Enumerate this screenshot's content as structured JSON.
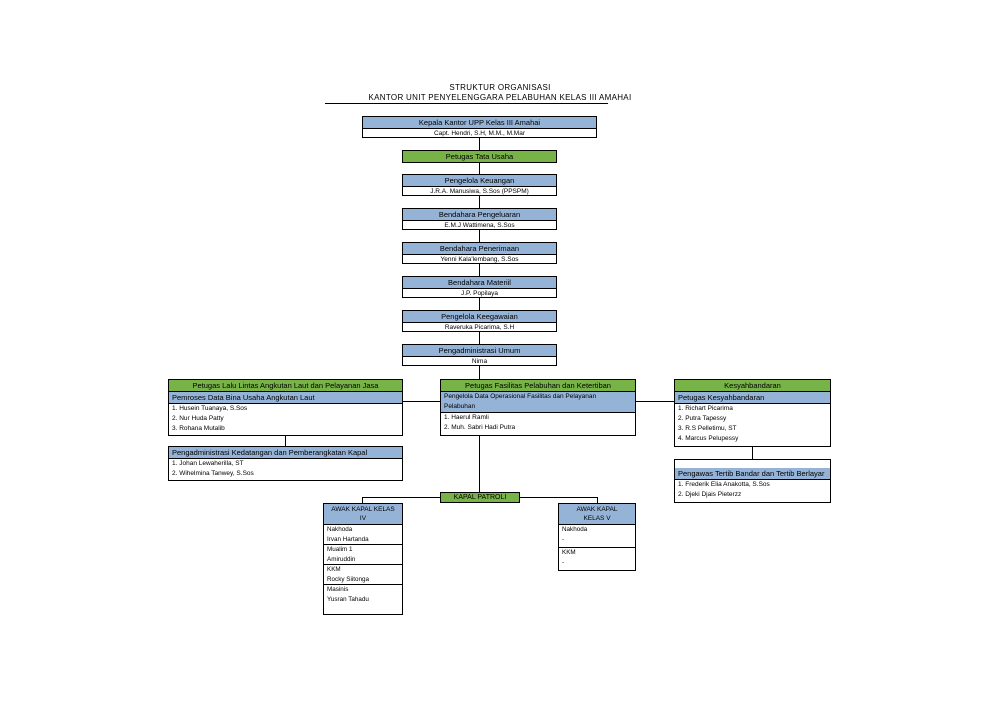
{
  "title": {
    "line1": "STRUKTUR ORGANISASI",
    "line2": "KANTOR UNIT PENYELENGGARA PELABUHAN KELAS III AMAHAI"
  },
  "colors": {
    "blue_header": "#95b3d7",
    "green_header": "#77b347",
    "border": "#000000"
  },
  "kepala": {
    "title": "Kepala Kantor UPP Kelas III Amahai",
    "name": "Capt. Hendri, S.H, M.M., M.Mar"
  },
  "tata_usaha": {
    "title": "Petugas Tata Usaha"
  },
  "chain": [
    {
      "title": "Pengelola Keuangan",
      "name": "J.R.A. Manusiwa, S.Sos (PPSPM)"
    },
    {
      "title": "Bendahara Pengeluaran",
      "name": "E.M.J Wattimena, S.Sos"
    },
    {
      "title": "Bendahara Penerimaan",
      "name": "Yenni Kala'lembang, S.Sos"
    },
    {
      "title": "Bendahara Materiil",
      "name": "J.P. Popilaya"
    },
    {
      "title": "Pengelola Keegawaian",
      "name": "Raveruka Picarima, S.H"
    },
    {
      "title": "Pengadministrasi Umum",
      "name": "Nima"
    }
  ],
  "lalu_lintas": {
    "title": "Petugas Lalu Lintas Angkutan Laut dan Pelayanan Jasa",
    "sub_title": "Pemroses Data Bina Usaha Angkutan Laut",
    "members": [
      "1. Husein Tuanaya, S.Sos",
      "2. Nur Huda Patty",
      "3. Rohana Mutalib"
    ],
    "sub2_title": "Pengadministrasi Kedatangan dan Pemberangkatan Kapal",
    "sub2_members": [
      "1. Johan Lewaherilla, ST",
      "2. Wihelmina Tanwey, S.Sos"
    ]
  },
  "fasilitas": {
    "title": "Petugas Fasilitas Pelabuhan dan Ketertiban",
    "sub_title_1": "Pengelola Data Operasional Fasilitas dan Pelayanan",
    "sub_title_2": "Pelabuhan",
    "members": [
      "1. Haerul Ramli",
      "2. Muh. Sabri Hadi Putra"
    ]
  },
  "kesyahbandaran": {
    "title": "Kesyahbandaran",
    "sub_title": "Petugas Kesyahbandaran",
    "members": [
      "1. Richart Picarima",
      "2. Putra Tapessy",
      "3. R.S Pelletimu, ST",
      "4. Marcus Pelupessy"
    ],
    "sub2_title": "Pengawas Tertib Bandar dan Tertib Berlayar",
    "sub2_members": [
      "1. Frederik Elia Anakotta, S.Sos",
      "2. Djeki Djais Pieterzz"
    ]
  },
  "kapal_patroli": {
    "title": "KAPAL PATROLI"
  },
  "awak_iv": {
    "title_1": "AWAK KAPAL   KELAS",
    "title_2": "IV",
    "groups": [
      [
        "Nakhoda",
        "Irvan Hartanda"
      ],
      [
        "Mualim 1",
        "Amiruddin"
      ],
      [
        "KKM",
        "Rocky Siitonga"
      ],
      [
        "Masinis",
        "Yusran Tahadu"
      ]
    ]
  },
  "awak_v": {
    "title_1": "AWAK KAPAL",
    "title_2": "KELAS V",
    "groups": [
      [
        "Nakhoda",
        "-"
      ],
      [
        "KKM",
        "-"
      ]
    ]
  }
}
